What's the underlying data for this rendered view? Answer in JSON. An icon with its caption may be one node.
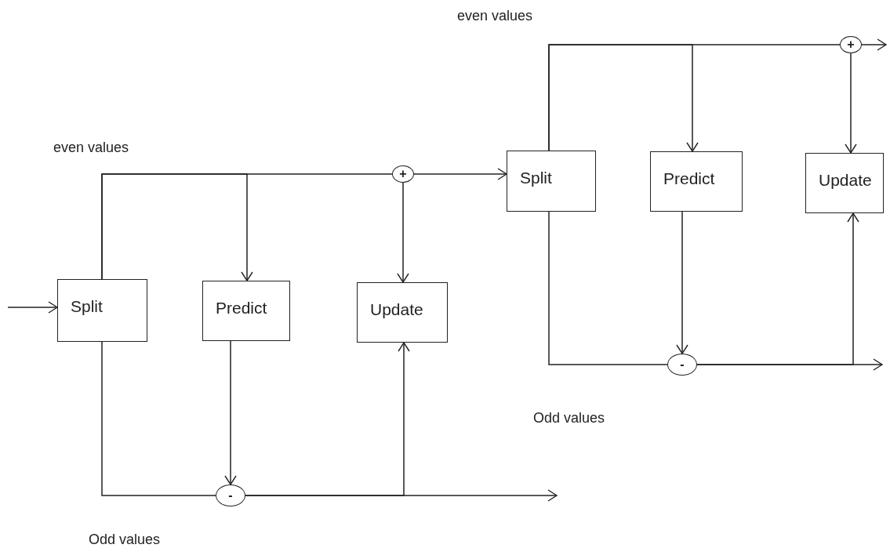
{
  "diagram": {
    "nodes": [
      {
        "text": [
          "Split"
        ]
      },
      {
        "text": [
          "Predict"
        ]
      },
      {
        "text": [
          "Update"
        ]
      },
      {
        "text": [
          "+"
        ]
      },
      {
        "text": [
          "-"
        ]
      },
      {
        "text": [
          "Split"
        ]
      },
      {
        "text": [
          "Predict"
        ]
      },
      {
        "text": [
          "Update"
        ]
      },
      {
        "text": [
          "+"
        ]
      },
      {
        "text": [
          "-"
        ]
      }
    ],
    "edges": [
      {
        "from": null,
        "to": 0,
        "arrow": "to"
      },
      {
        "from": 0,
        "to": 1,
        "arrow": "to"
      },
      {
        "from": 0,
        "to": 3,
        "arrow": "none"
      },
      {
        "from": 3,
        "to": 5,
        "arrow": "to"
      },
      {
        "from": 3,
        "to": 2,
        "arrow": "to"
      },
      {
        "from": 0,
        "to": 4,
        "arrow": "none"
      },
      {
        "from": 1,
        "to": 4,
        "arrow": "to"
      },
      {
        "from": 4,
        "to": 2,
        "arrow": "to"
      },
      {
        "from": 4,
        "to": null,
        "arrow": "to"
      },
      {
        "from": 5,
        "to": 6,
        "arrow": "to"
      },
      {
        "from": 5,
        "to": 8,
        "arrow": "none"
      },
      {
        "from": 8,
        "to": 7,
        "arrow": "to"
      },
      {
        "from": 8,
        "to": null,
        "arrow": "to"
      },
      {
        "from": 5,
        "to": 9,
        "arrow": "none"
      },
      {
        "from": 6,
        "to": 9,
        "arrow": "to"
      },
      {
        "from": 9,
        "to": 7,
        "arrow": "to"
      },
      {
        "from": 9,
        "to": null,
        "arrow": "to"
      }
    ],
    "labels": [
      "even values",
      "even values",
      "Odd values",
      "Odd values"
    ]
  }
}
